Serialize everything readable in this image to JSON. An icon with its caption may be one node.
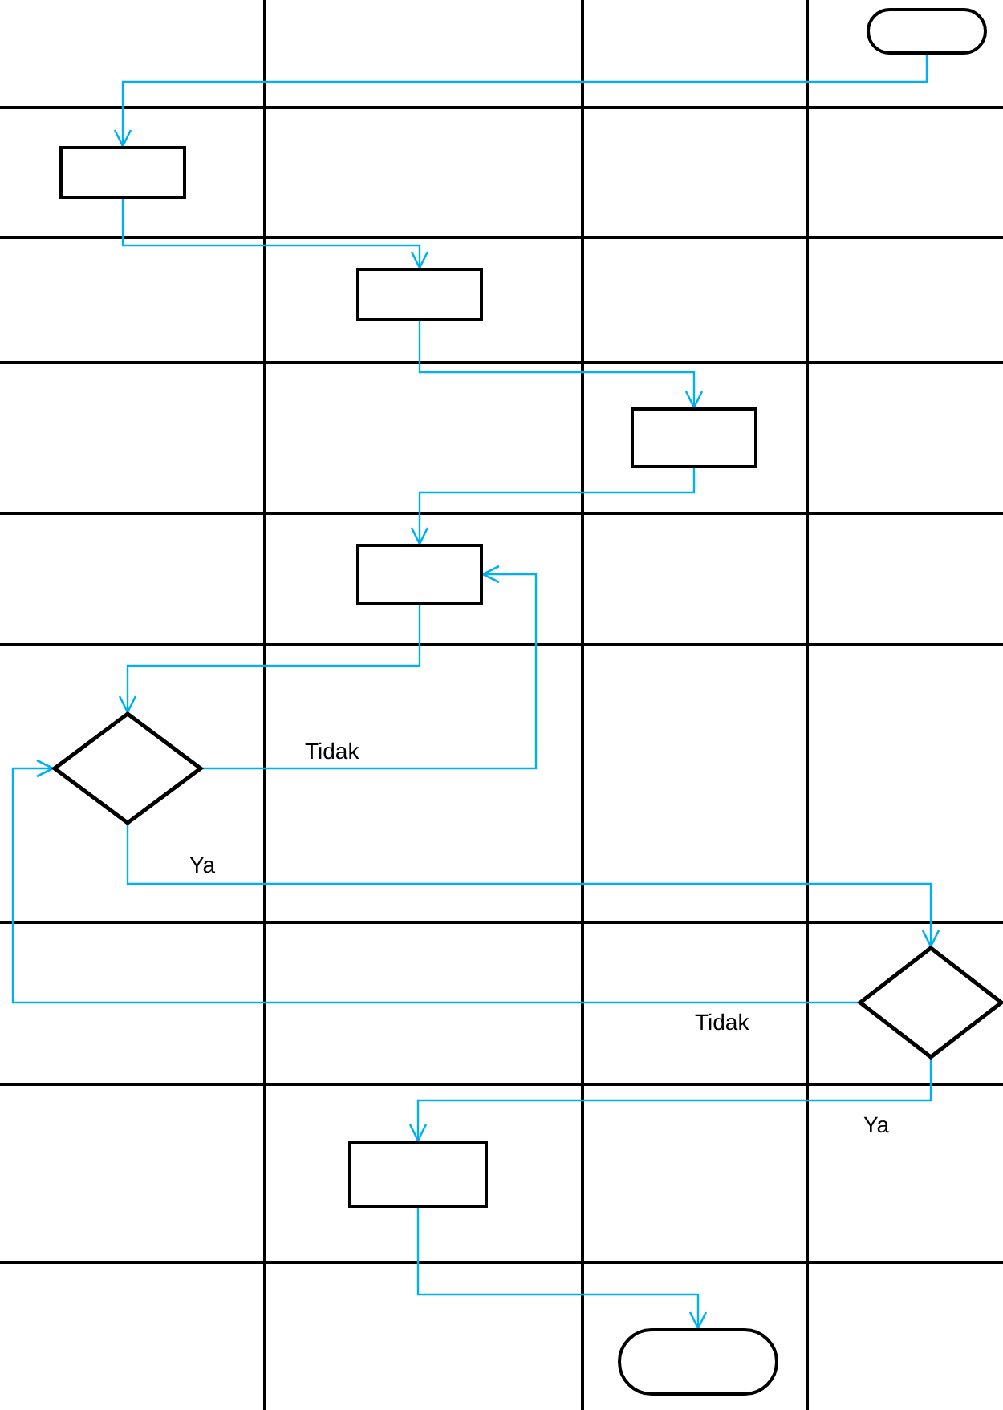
{
  "diagram": {
    "nodes": [
      {
        "text": [],
        "shape": "pill"
      },
      {
        "text": [],
        "shape": "box"
      },
      {
        "text": [],
        "shape": "box"
      },
      {
        "text": [],
        "shape": "box"
      },
      {
        "text": [],
        "shape": "box"
      },
      {
        "text": [],
        "shape": "diamond"
      },
      {
        "text": [],
        "shape": "diamond"
      },
      {
        "text": [],
        "shape": "box"
      },
      {
        "text": [],
        "shape": "pill"
      }
    ],
    "edges": [
      {
        "from": 0,
        "to": 1,
        "arrow": "to"
      },
      {
        "from": 1,
        "to": 2,
        "arrow": "to"
      },
      {
        "from": 2,
        "to": 3,
        "arrow": "to"
      },
      {
        "from": 3,
        "to": 4,
        "arrow": "to"
      },
      {
        "from": 4,
        "to": 5,
        "arrow": "to"
      },
      {
        "from": 5,
        "to": 4,
        "arrow": "to",
        "label": "Tidak"
      },
      {
        "from": 5,
        "to": 6,
        "arrow": "to",
        "label": "Ya"
      },
      {
        "from": 6,
        "to": 5,
        "arrow": "to",
        "label": "Tidak"
      },
      {
        "from": 6,
        "to": 7,
        "arrow": "to",
        "label": "Ya"
      },
      {
        "from": 7,
        "to": 8,
        "arrow": "to"
      }
    ]
  }
}
